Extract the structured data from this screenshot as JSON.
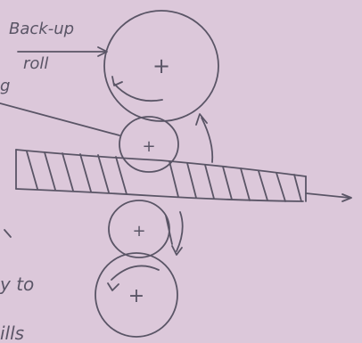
{
  "diagram": {
    "labels": {
      "backup_roll_line1": "Back-up",
      "backup_roll_line2": "roll",
      "left_fragment": "g",
      "bottom_left_fragment1": "y to",
      "bottom_left_fragment2": "ills",
      "roll_center_mark": "+"
    },
    "components": [
      "backup-roll-top",
      "work-roll-top",
      "strip",
      "work-roll-bottom",
      "backup-roll-bottom"
    ],
    "colors": {
      "paper": "#dcc8da",
      "ink": "#5a5566"
    }
  }
}
